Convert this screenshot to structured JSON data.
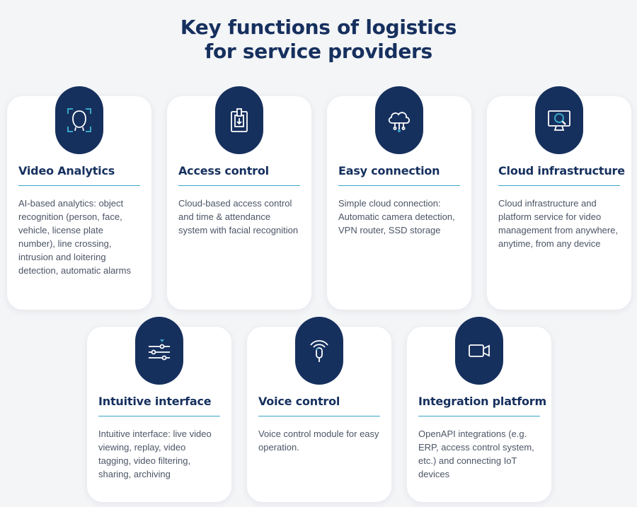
{
  "heading": {
    "line1": "Key functions of logistics",
    "line2": "for service providers"
  },
  "colors": {
    "navy": "#16305e",
    "accent": "#3aa6c7",
    "card_bg": "#ffffff",
    "page_bg": "#f4f5f7"
  },
  "cards": [
    {
      "title": "Video Analytics",
      "icon": "face-scan-icon",
      "description": "AI-based analytics: object recognition (person, face, vehicle, license plate number), line crossing, intrusion and loitering detection, automatic alarms"
    },
    {
      "title": "Access control",
      "icon": "access-card-icon",
      "description": "Cloud-based access control and time & attendance system with facial recognition"
    },
    {
      "title": "Easy connection",
      "icon": "cloud-network-icon",
      "description": "Simple cloud connection: Automatic camera detection, VPN router, SSD storage"
    },
    {
      "title": "Cloud infrastructure",
      "icon": "monitor-search-icon",
      "description": "Cloud infrastructure and platform service for video management from anywhere, anytime, from any device"
    },
    {
      "title": "Intuitive interface",
      "icon": "sliders-icon",
      "description": "Intuitive interface: live video viewing, replay, video tagging, video filtering, sharing, archiving"
    },
    {
      "title": "Voice control",
      "icon": "microphone-icon",
      "description": "Voice control module for easy operation."
    },
    {
      "title": "Integration platform",
      "icon": "video-camera-icon",
      "description": "OpenAPI integrations (e.g. ERP, access control system, etc.) and connecting IoT devices"
    }
  ]
}
